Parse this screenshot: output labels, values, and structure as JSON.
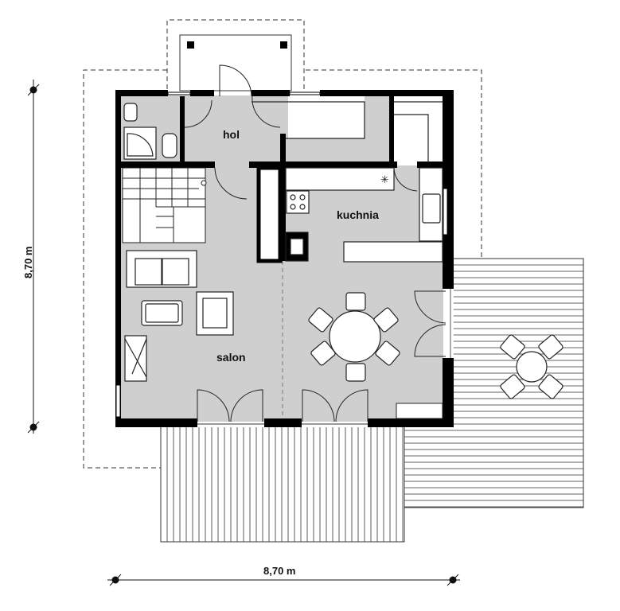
{
  "rooms": {
    "hol": "hol",
    "kuchnia": "kuchnia",
    "salon": "salon"
  },
  "dimensions": {
    "width": "8,70 m",
    "height": "8,70 m"
  },
  "colors": {
    "wall": "#000000",
    "floor": "#cfcfcf",
    "terrace_line": "#333333",
    "background": "#ffffff"
  }
}
